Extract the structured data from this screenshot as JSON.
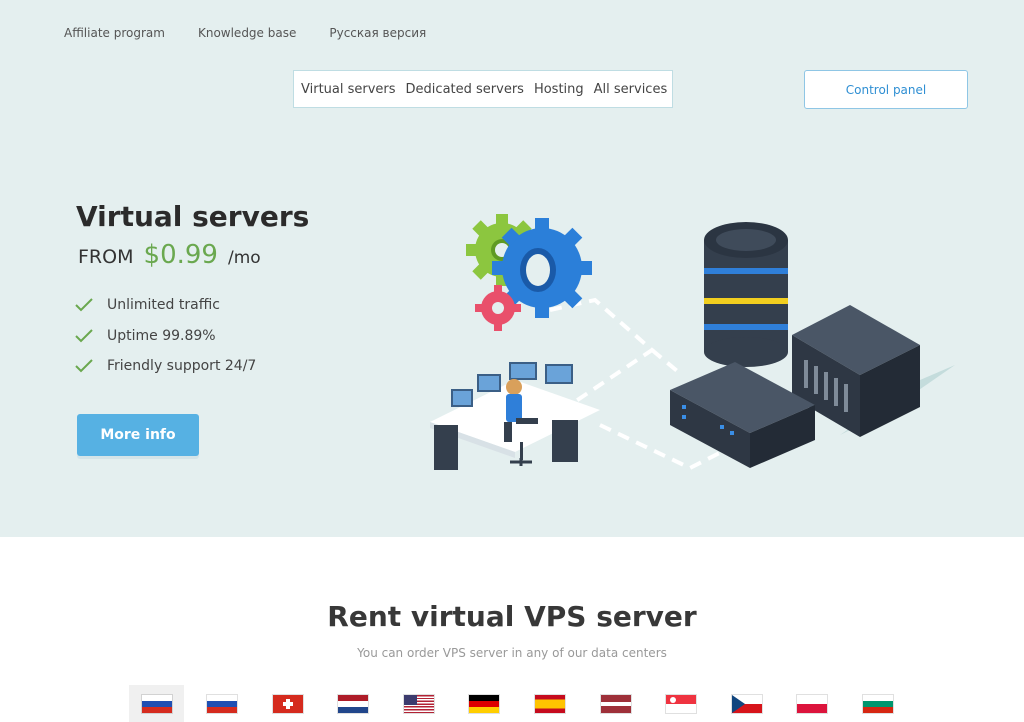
{
  "top_links": [
    "Affiliate program",
    "Knowledge base",
    "Русская версия"
  ],
  "nav": {
    "items": [
      "Virtual servers",
      "Dedicated servers",
      "Hosting",
      "All services"
    ]
  },
  "control_panel_label": "Control panel",
  "hero": {
    "title": "Virtual servers",
    "price_prefix": "FROM",
    "price": "$0.99",
    "price_suffix": "/mo",
    "features": [
      "Unlimited traffic",
      "Uptime 99.89%",
      "Friendly support 24/7"
    ],
    "cta": "More info"
  },
  "section": {
    "title": "Rent virtual VPS server",
    "subtitle": "You can order VPS server in any of our data centers"
  },
  "flags": [
    "russia",
    "russia",
    "switzerland",
    "netherlands",
    "usa",
    "germany",
    "spain",
    "latvia",
    "singapore",
    "czech-republic",
    "poland",
    "bulgaria"
  ],
  "colors": {
    "hero_bg": "#e4efef",
    "accent_blue": "#56b1e3",
    "price_green": "#6aa84f",
    "link_blue": "#2f8fd3"
  }
}
